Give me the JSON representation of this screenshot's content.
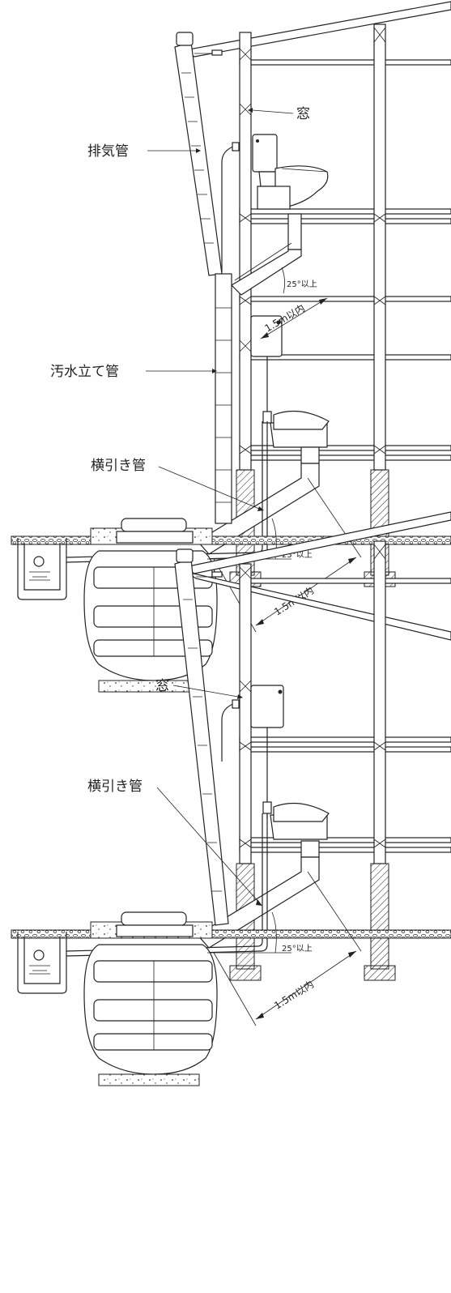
{
  "diagrams": [
    {
      "labels": {
        "exhaust_pipe": "排気管",
        "window": "窓",
        "sewage_stack": "汚水立て管",
        "horizontal_pipe": "横引き管",
        "slope_upper": "25°以上",
        "length_upper": "1.5m以内",
        "slope_lower": "25°以上",
        "length_lower": "1.5m以内"
      }
    },
    {
      "labels": {
        "window": "窓",
        "horizontal_pipe": "横引き管",
        "slope_lower": "25°以上",
        "length_lower": "1.5m以内"
      }
    }
  ]
}
